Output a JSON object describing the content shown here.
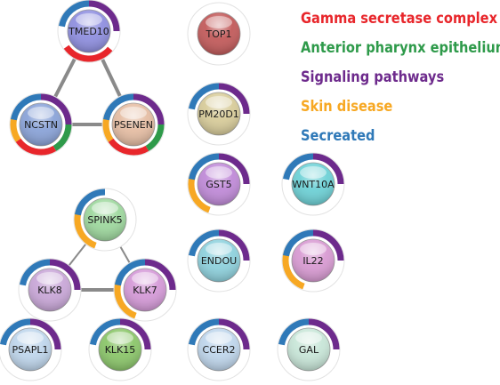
{
  "colors": {
    "gamma_secretase_complex": "#e8262b",
    "anterior_pharynx_epithelium": "#2e9a4a",
    "signaling_pathways": "#6d2a8c",
    "skin_disease": "#f7a823",
    "secreated": "#2f79b8",
    "edge": "#8a8a8a"
  },
  "legend": [
    {
      "key": "gamma_secretase_complex",
      "label": "Gamma secretase complex"
    },
    {
      "key": "anterior_pharynx_epithelium",
      "label": "Anterior pharynx epithelium"
    },
    {
      "key": "signaling_pathways",
      "label": "Signaling pathways"
    },
    {
      "key": "skin_disease",
      "label": "Skin disease"
    },
    {
      "key": "secreated",
      "label": "Secreated"
    }
  ],
  "nodes": [
    {
      "id": "TMED10",
      "label": "TMED10",
      "fill": "#8f8fe0",
      "annotations": [
        "gamma_secretase_complex",
        "secreated",
        "signaling_pathways"
      ]
    },
    {
      "id": "NCSTN",
      "label": "NCSTN",
      "fill": "#8aa3d8",
      "annotations": [
        "gamma_secretase_complex",
        "anterior_pharynx_epithelium",
        "signaling_pathways",
        "skin_disease",
        "secreated"
      ]
    },
    {
      "id": "PSENEN",
      "label": "PSENEN",
      "fill": "#e5bda3",
      "annotations": [
        "gamma_secretase_complex",
        "anterior_pharynx_epithelium",
        "signaling_pathways",
        "skin_disease",
        "secreated"
      ]
    },
    {
      "id": "TOP1",
      "label": "TOP1",
      "fill": "#c25a5a",
      "annotations": []
    },
    {
      "id": "PM20D1",
      "label": "PM20D1",
      "fill": "#d8cc9a",
      "annotations": [
        "secreated",
        "signaling_pathways"
      ]
    },
    {
      "id": "GST5",
      "label": "GST5",
      "fill": "#c08ad8",
      "annotations": [
        "skin_disease",
        "secreated",
        "signaling_pathways"
      ]
    },
    {
      "id": "WNT10A",
      "label": "WNT10A",
      "fill": "#6dd1d6",
      "annotations": [
        "secreated",
        "signaling_pathways"
      ]
    },
    {
      "id": "SPINK5",
      "label": "SPINK5",
      "fill": "#9ed89e",
      "annotations": [
        "skin_disease",
        "secreated"
      ]
    },
    {
      "id": "ENDOU",
      "label": "ENDOU",
      "fill": "#8ed1dd",
      "annotations": [
        "secreated",
        "signaling_pathways"
      ]
    },
    {
      "id": "IL22",
      "label": "IL22",
      "fill": "#d89ad2",
      "annotations": [
        "skin_disease",
        "secreated",
        "signaling_pathways"
      ]
    },
    {
      "id": "KLK8",
      "label": "KLK8",
      "fill": "#c9a7d8",
      "annotations": [
        "secreated",
        "signaling_pathways"
      ]
    },
    {
      "id": "KLK7",
      "label": "KLK7",
      "fill": "#d59ad8",
      "annotations": [
        "skin_disease",
        "secreated",
        "signaling_pathways"
      ]
    },
    {
      "id": "PSAPL1",
      "label": "PSAPL1",
      "fill": "#bfd6ec",
      "annotations": [
        "secreated",
        "signaling_pathways"
      ]
    },
    {
      "id": "KLK15",
      "label": "KLK15",
      "fill": "#8bc66a",
      "annotations": [
        "secreated",
        "signaling_pathways"
      ]
    },
    {
      "id": "CCER2",
      "label": "CCER2",
      "fill": "#bfd6ec",
      "annotations": [
        "secreated",
        "signaling_pathways"
      ]
    },
    {
      "id": "GAL",
      "label": "GAL",
      "fill": "#c8e6d8",
      "annotations": [
        "secreated",
        "signaling_pathways"
      ]
    }
  ],
  "edges": [
    {
      "from": "TMED10",
      "to": "NCSTN",
      "style": "thick"
    },
    {
      "from": "TMED10",
      "to": "PSENEN",
      "style": "thick"
    },
    {
      "from": "NCSTN",
      "to": "PSENEN",
      "style": "thick"
    },
    {
      "from": "SPINK5",
      "to": "KLK8",
      "style": "thin"
    },
    {
      "from": "SPINK5",
      "to": "KLK7",
      "style": "thin"
    },
    {
      "from": "KLK8",
      "to": "KLK7",
      "style": "thick"
    }
  ]
}
